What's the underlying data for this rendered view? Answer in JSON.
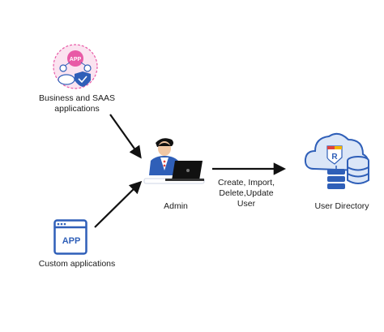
{
  "nodes": {
    "business": {
      "label_line1": "Business and SAAS",
      "label_line2": "applications",
      "badge_text": "APP",
      "icon": "business-saas-icon"
    },
    "admin": {
      "label": "Admin",
      "icon": "admin-person-laptop-icon"
    },
    "custom": {
      "label": "Custom applications",
      "badge_text": "APP",
      "icon": "app-window-icon"
    },
    "directory": {
      "label": "User Directory",
      "badge_text": "R",
      "icon": "cloud-database-icon"
    }
  },
  "edges": {
    "admin_to_directory": {
      "line1": "Create, Import,",
      "line2": "Delete,Update",
      "line3": "User"
    }
  },
  "colors": {
    "pink": "#e85aa6",
    "light_pink": "#f6c3dd",
    "blue": "#2f5fb8",
    "light_blue": "#dbe6f7",
    "arrow": "#111111"
  }
}
